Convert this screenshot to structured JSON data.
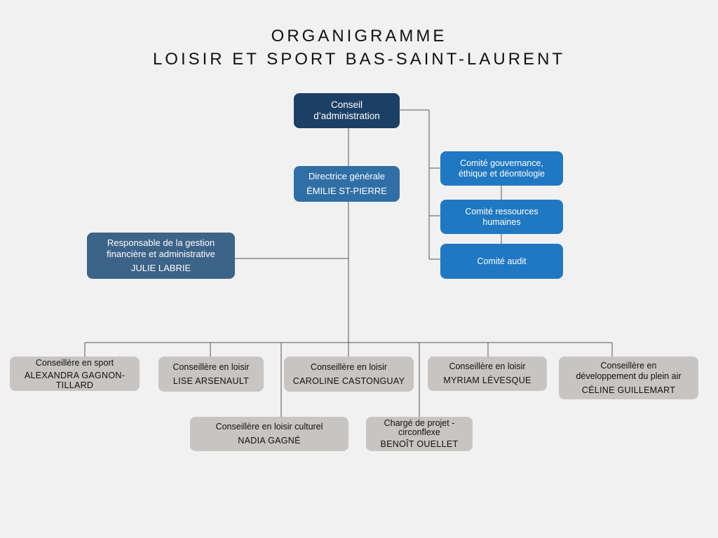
{
  "header": {
    "line1": "ORGANIGRAMME",
    "line2": "LOISIR ET SPORT BAS-SAINT-LAURENT"
  },
  "colors": {
    "background": "#f1f1f1",
    "board": "#1c3f66",
    "director": "#2f6fa6",
    "finance": "#3d6388",
    "committee": "#1f78c1",
    "staff": "#c8c4c2",
    "connector": "#555555"
  },
  "board": {
    "line1": "Conseil",
    "line2": "d’administration"
  },
  "director": {
    "title": "Directrice générale",
    "name": "ÉMILIE ST-PIERRE"
  },
  "finance": {
    "title_line1": "Responsable de la gestion",
    "title_line2": "financière et administrative",
    "name": "JULIE LABRIE"
  },
  "committees": {
    "governance": {
      "line1": "Comité gouvernance,",
      "line2": "éthique et déontologie"
    },
    "hr": {
      "line1": "Comité ressources",
      "line2": "humaines"
    },
    "audit": {
      "line1": "Comité audit"
    }
  },
  "staff": {
    "sport": {
      "title": "Conseillère en sport",
      "name_line1": "ALEXANDRA GAGNON-",
      "name_line2": "TILLARD"
    },
    "arsenault": {
      "title": "Conseillère en loisir",
      "name": "LISE ARSENAULT"
    },
    "castonguay": {
      "title": "Conseillère en loisir",
      "name": "CAROLINE CASTONGUAY"
    },
    "levesque": {
      "title": "Conseillère en loisir",
      "name": "MYRIAM LÉVESQUE"
    },
    "guillemart": {
      "title_line1": "Conseillère en",
      "title_line2": "développement du plein air",
      "name": "CÉLINE GUILLEMART"
    },
    "gagne": {
      "title": "Conseillère en loisir culturel",
      "name": "NADIA GAGNÉ"
    },
    "ouellet": {
      "title_line1": "Chargé de projet -",
      "title_line2": "circonflexe",
      "name": "BENOÎT OUELLET"
    }
  }
}
